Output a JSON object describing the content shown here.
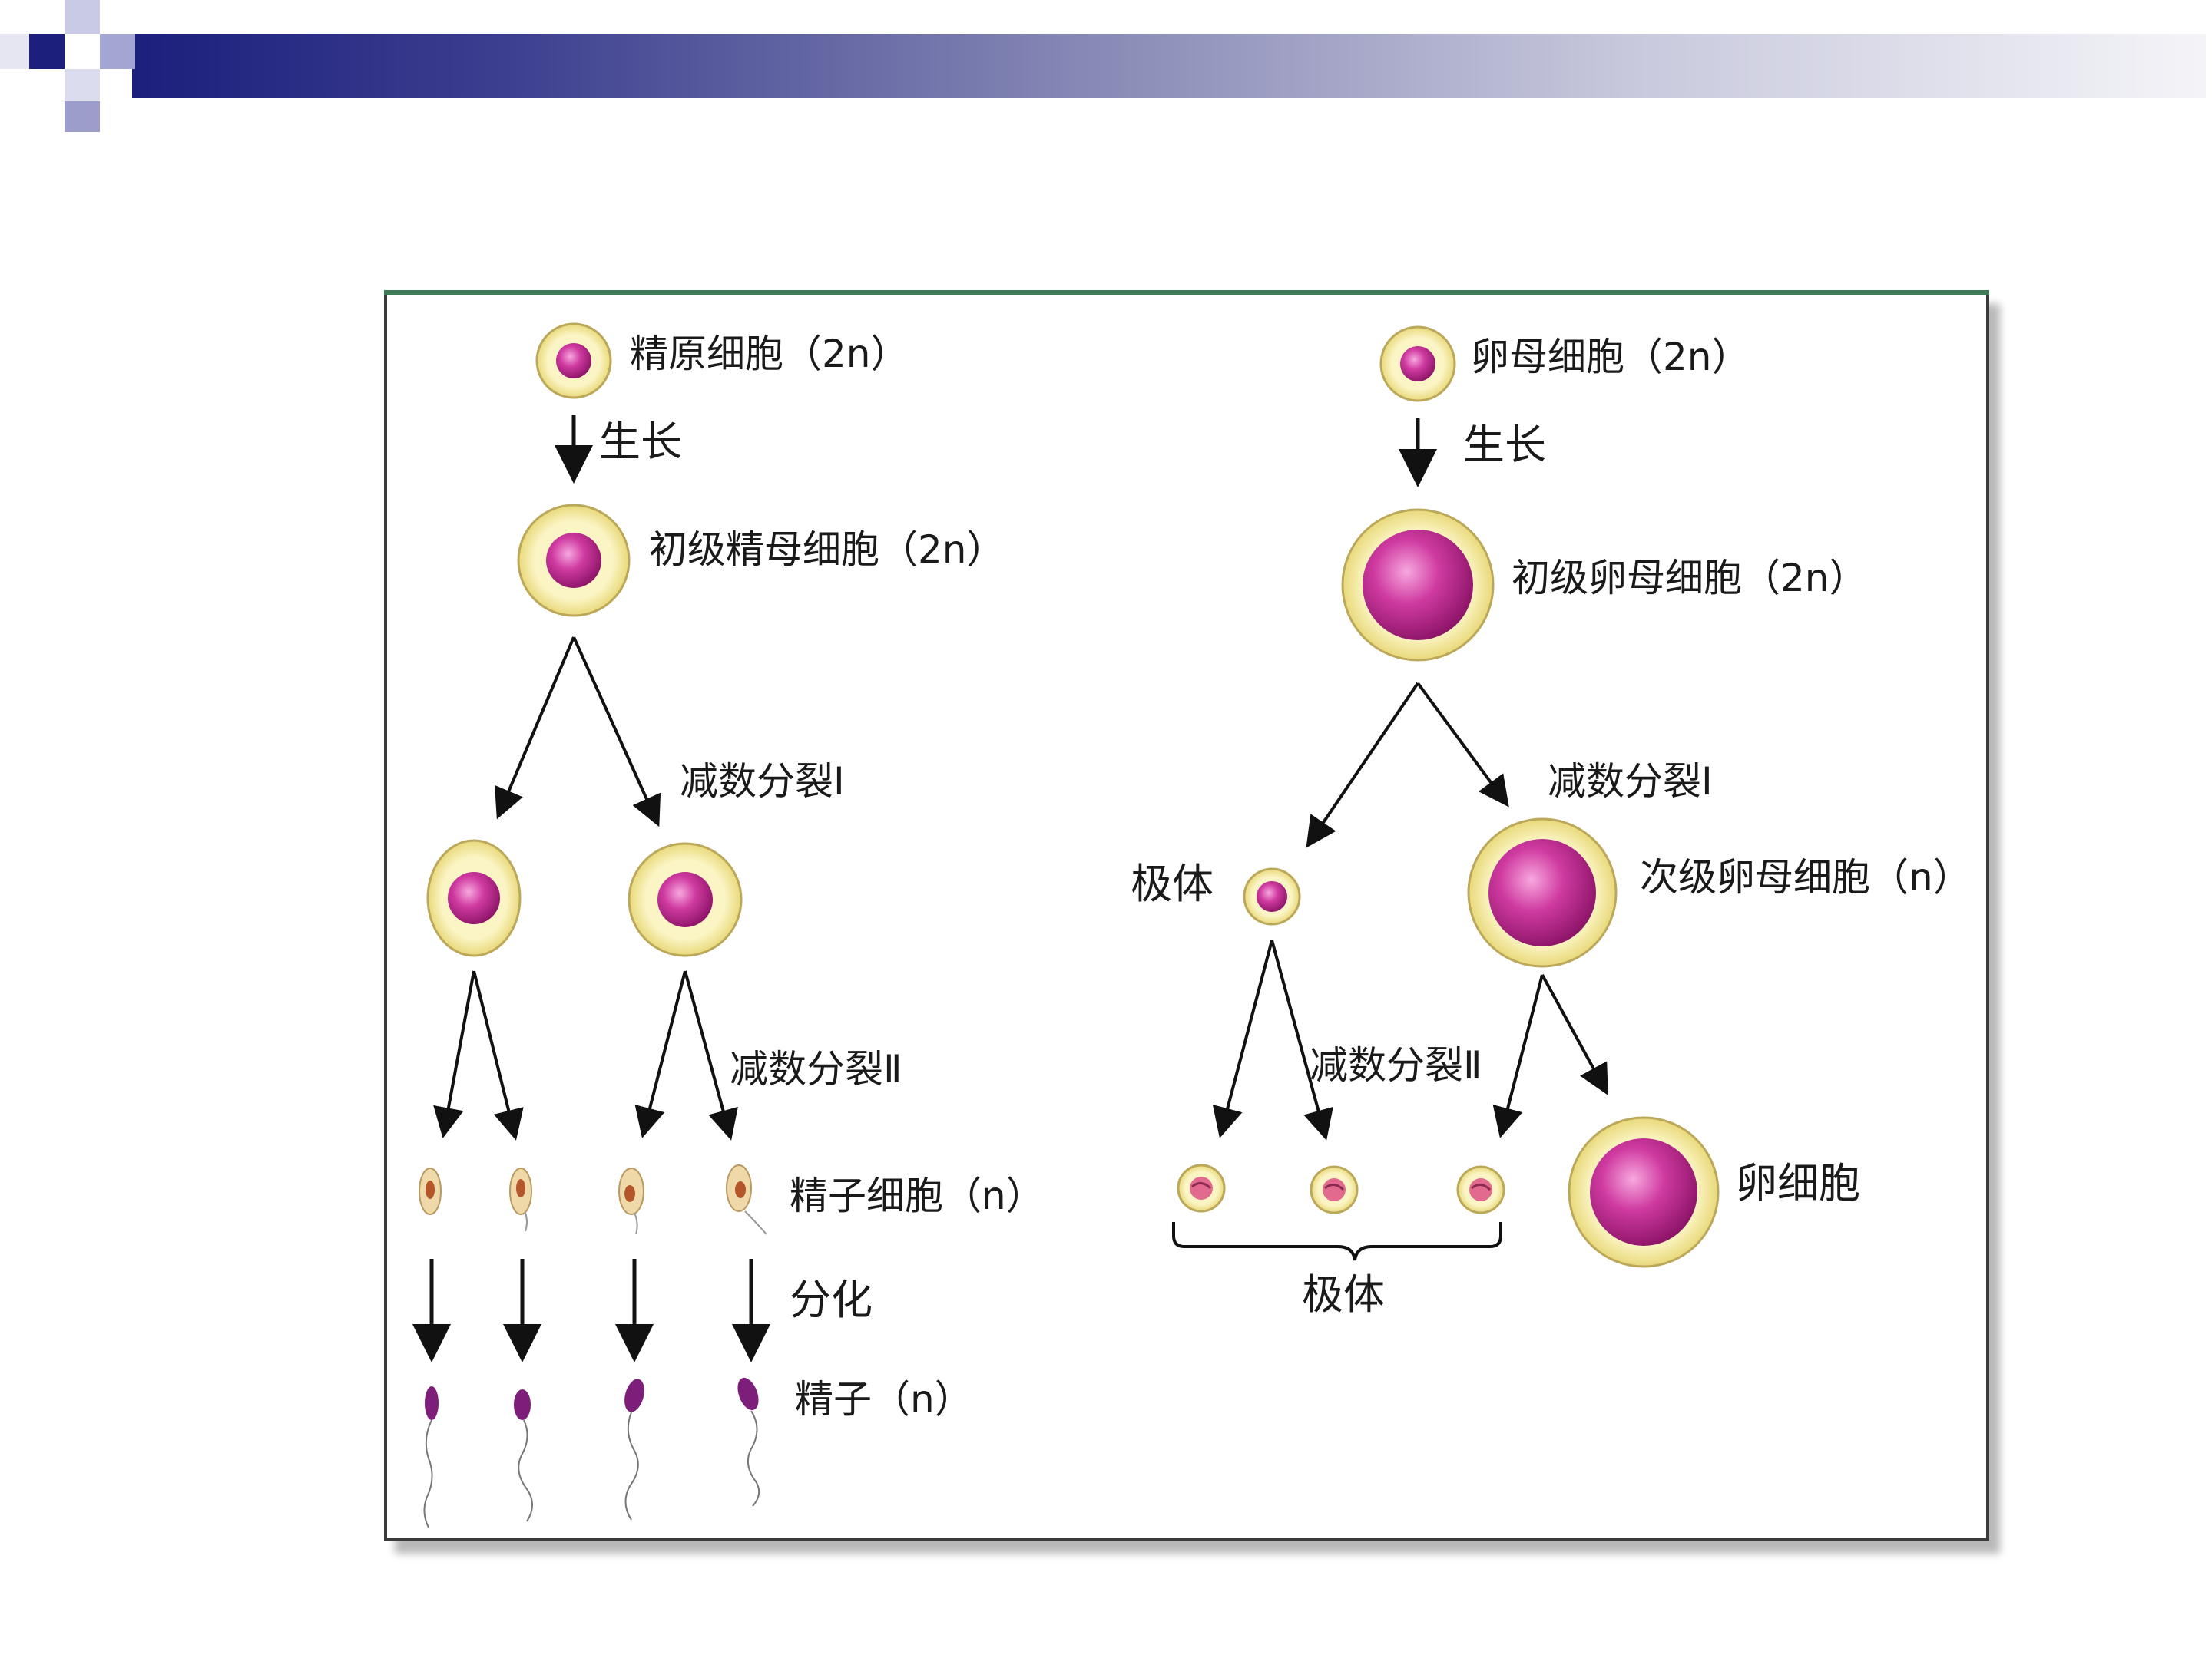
{
  "spermatogenesis": {
    "spermatogonium": "精原细胞（2n）",
    "growth": "生长",
    "primary_spermatocyte": "初级精母细胞（2n）",
    "meiosis_1": "减数分裂Ⅰ",
    "meiosis_2": "减数分裂Ⅱ",
    "spermatid": "精子细胞（n）",
    "differentiation": "分化",
    "sperm": "精子（n）"
  },
  "oogenesis": {
    "oogonium": "卵母细胞（2n）",
    "growth": "生长",
    "primary_oocyte": "初级卵母细胞（2n）",
    "meiosis_1": "减数分裂Ⅰ",
    "polar_body": "极体",
    "secondary_oocyte": "次级卵母细胞（n）",
    "meiosis_2": "减数分裂Ⅱ",
    "egg": "卵细胞",
    "polar_bodies": "极体"
  },
  "colors": {
    "cell_outer": "#f7f0b4",
    "cell_nucleus": "#b7278a",
    "banner_dark": "#1c1f7c"
  }
}
